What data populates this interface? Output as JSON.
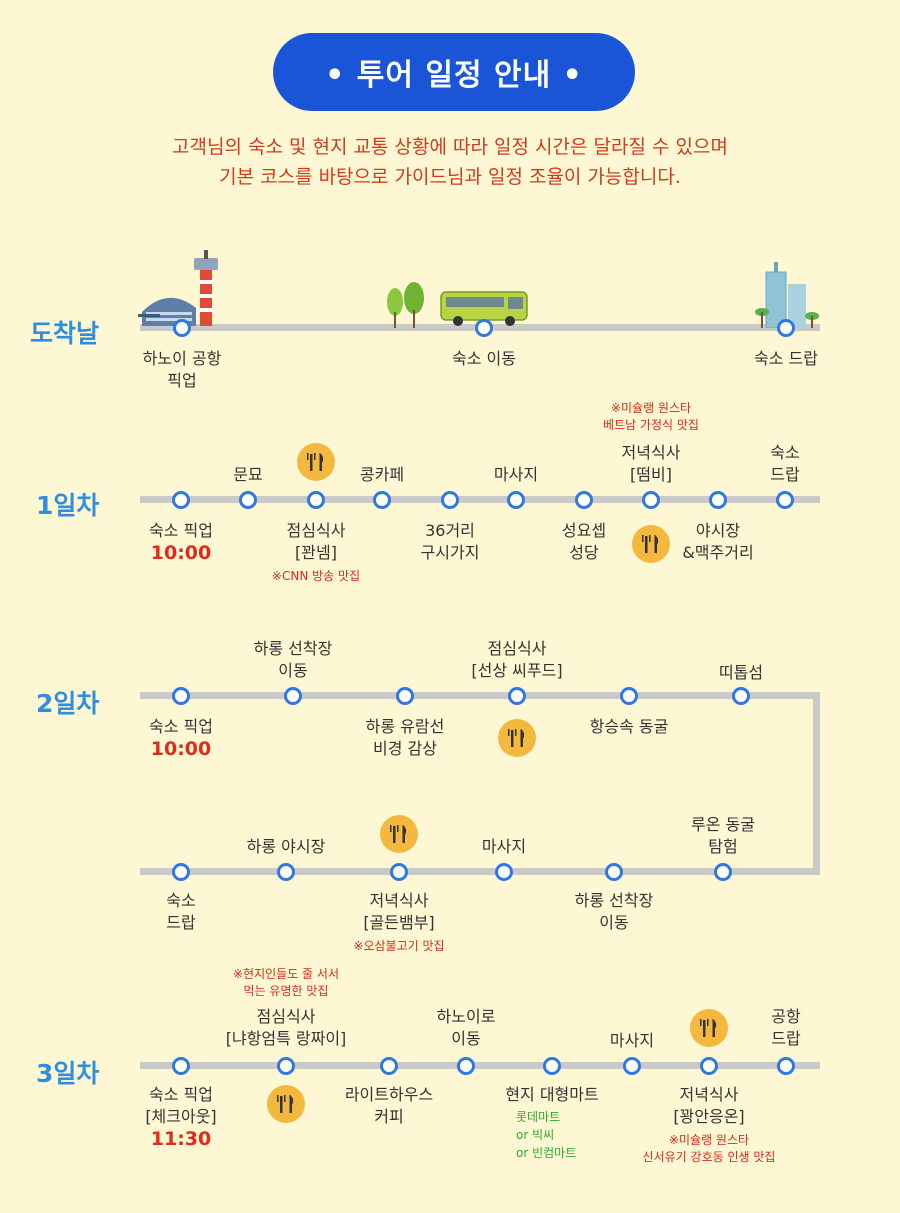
{
  "title": "• 투어 일정 안내 •",
  "notice": [
    "고객님의 숙소 및 현지 교통 상황에 따라 일정 시간은 달라질 수 있으며",
    "기본 코스를 바탕으로 가이드님과 일정 조율이 가능합니다."
  ],
  "days": {
    "arrival": {
      "label": "도착날",
      "stops": [
        {
          "name": [
            "하노이 공항",
            "픽업"
          ]
        },
        {
          "name": [
            "숙소 이동"
          ]
        },
        {
          "name": [
            "숙소 드랍"
          ]
        }
      ]
    },
    "day1": {
      "label": "1일차",
      "stops": [
        {
          "name": [
            "숙소 픽업"
          ],
          "time": "10:00"
        },
        {
          "name": [
            "문묘"
          ]
        },
        {
          "name": [
            "점심식사",
            "[꽌넴]"
          ],
          "note": [
            "※CNN 방송 맛집"
          ]
        },
        {
          "name": [
            "콩카페"
          ]
        },
        {
          "name": [
            "36거리",
            "구시가지"
          ]
        },
        {
          "name": [
            "마사지"
          ]
        },
        {
          "name": [
            "성요셉",
            "성당"
          ]
        },
        {
          "name": [
            "저녁식사",
            "[떰비]"
          ],
          "note": [
            "※미슐랭 원스타",
            "베트남 가정식 맛집"
          ]
        },
        {
          "name": [
            "야시장",
            "&맥주거리"
          ]
        },
        {
          "name": [
            "숙소",
            "드랍"
          ]
        }
      ]
    },
    "day2": {
      "label": "2일차",
      "stops": [
        {
          "name": [
            "숙소 픽업"
          ],
          "time": "10:00"
        },
        {
          "name": [
            "하롱 선착장",
            "이동"
          ]
        },
        {
          "name": [
            "하롱 유람선",
            "비경 감상"
          ]
        },
        {
          "name": [
            "점심식사",
            "[선상 씨푸드]"
          ]
        },
        {
          "name": [
            "항승속 동굴"
          ]
        },
        {
          "name": [
            "띠톱섬"
          ]
        },
        {
          "name": [
            "루온 동굴",
            "탐험"
          ]
        },
        {
          "name": [
            "하롱 선착장",
            "이동"
          ]
        },
        {
          "name": [
            "마사지"
          ]
        },
        {
          "name": [
            "저녁식사",
            "[골든뱀부]"
          ],
          "note": [
            "※오삼불고기 맛집"
          ]
        },
        {
          "name": [
            "하롱 야시장"
          ]
        },
        {
          "name": [
            "숙소",
            "드랍"
          ]
        }
      ]
    },
    "day3": {
      "label": "3일차",
      "stops": [
        {
          "name": [
            "숙소 픽업",
            "[체크아웃]"
          ],
          "time": "11:30"
        },
        {
          "name": [
            "점심식사",
            "[냐항엄특 랑짜이]"
          ],
          "note": [
            "※현지인들도 줄 서서",
            "먹는 유명한 맛집"
          ]
        },
        {
          "name": [
            "라이트하우스",
            "커피"
          ]
        },
        {
          "name": [
            "하노이로",
            "이동"
          ]
        },
        {
          "name": [
            "현지 대형마트"
          ],
          "note": [
            "롯데마트",
            "or 빅씨",
            "or 빈컴마트"
          ]
        },
        {
          "name": [
            "마사지"
          ]
        },
        {
          "name": [
            "저녁식사",
            "[꽝안응온]"
          ],
          "note": [
            "※미슐랭 원스타",
            "신서유기 강호동 인생 맛집"
          ]
        },
        {
          "name": [
            "공항",
            "드랍"
          ]
        }
      ]
    }
  },
  "icons": {
    "meal": "fork-knife-icon",
    "airport": "airport-icon",
    "bus": "bus-icon",
    "trees": "trees-icon",
    "hotel": "hotel-icon"
  },
  "colors": {
    "background": "#fdf8d3",
    "title_bg": "#1a55d8",
    "accent_blue": "#2f8ee0",
    "red": "#e02a1a",
    "green": "#2fa832",
    "track": "#c9c9c9",
    "meal_badge": "#f5b83e"
  }
}
